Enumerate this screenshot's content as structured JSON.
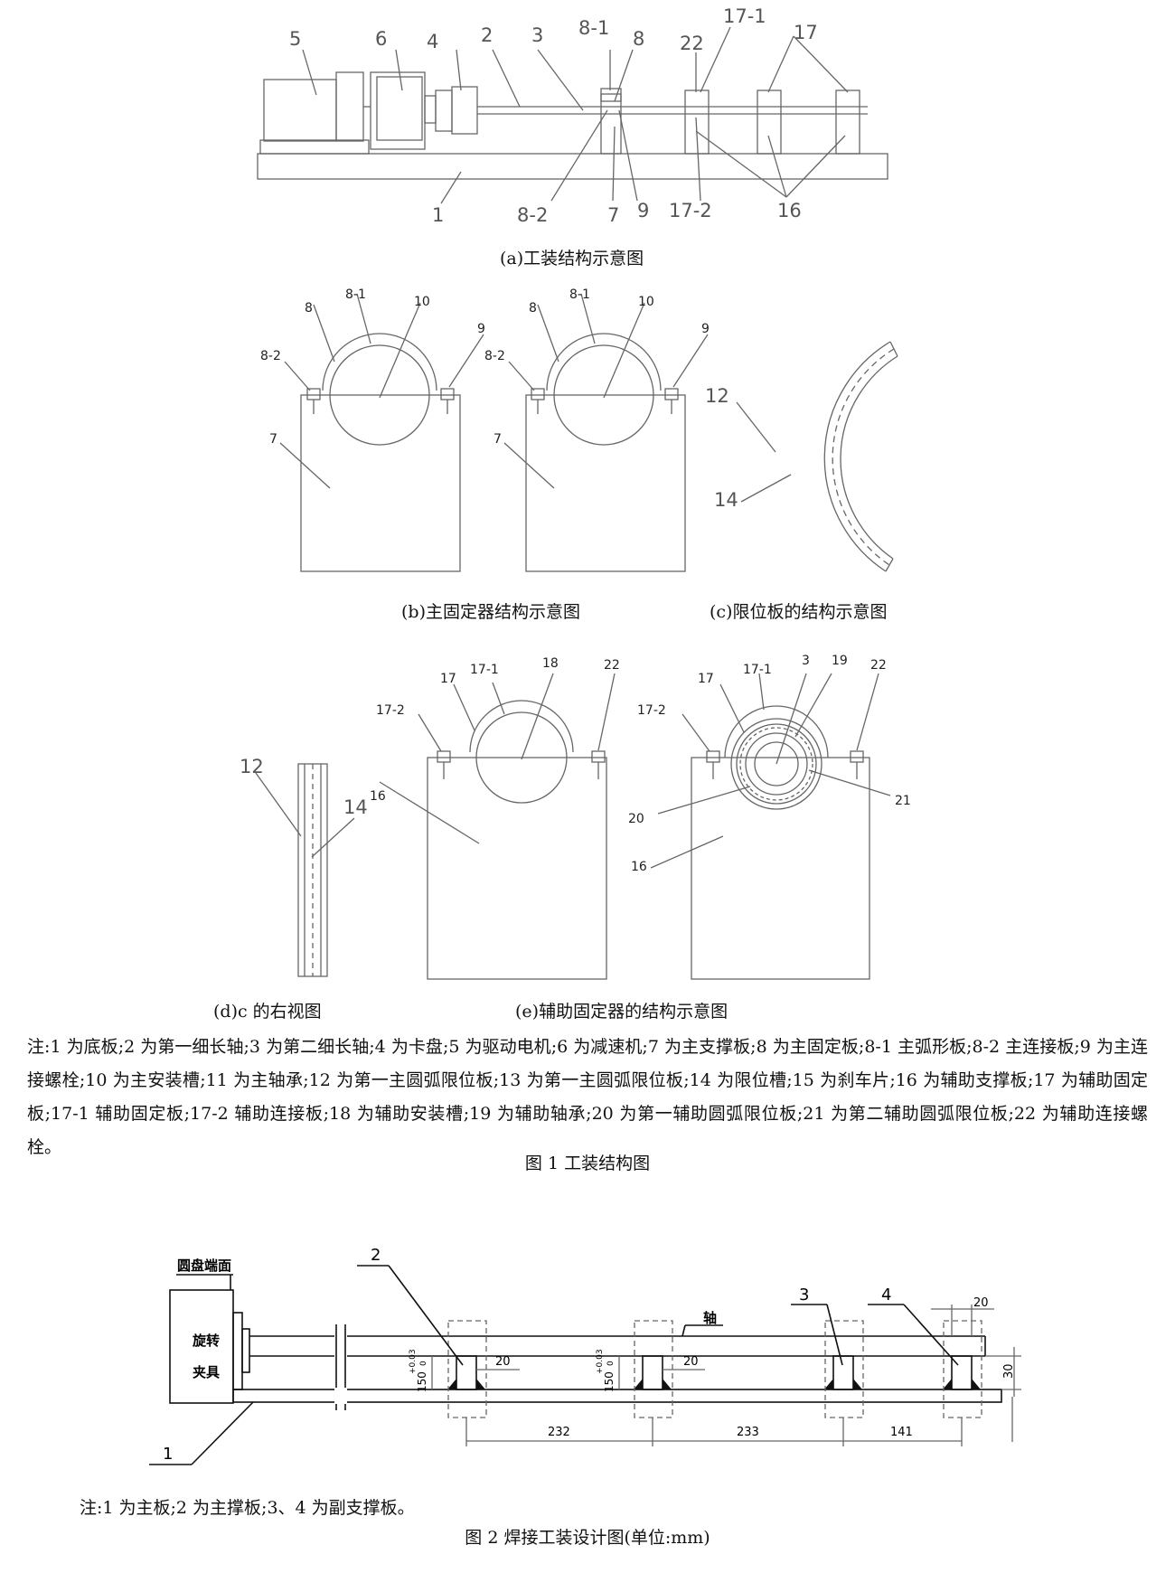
{
  "fig1": {
    "a": {
      "caption": "(a)工装结构示意图",
      "labels": [
        "5",
        "6",
        "4",
        "2",
        "3",
        "8-1",
        "8",
        "22",
        "17-1",
        "17",
        "1",
        "8-2",
        "7",
        "9",
        "17-2",
        "16"
      ]
    },
    "b": {
      "caption": "(b)主固定器结构示意图",
      "labels": [
        "8",
        "8-1",
        "10",
        "9",
        "8-2",
        "7"
      ]
    },
    "c": {
      "caption": "(c)限位板的结构示意图",
      "labels": [
        "12",
        "14"
      ]
    },
    "d": {
      "caption": "(d)c 的右视图",
      "labels": [
        "12",
        "14"
      ]
    },
    "e": {
      "caption": "(e)辅助固定器的结构示意图",
      "labels": [
        "17",
        "17-1",
        "18",
        "22",
        "17-2",
        "16",
        "3",
        "19",
        "20",
        "21"
      ]
    },
    "note": "注:1 为底板;2 为第一细长轴;3 为第二细长轴;4 为卡盘;5 为驱动电机;6 为减速机;7 为主支撑板;8 为主固定板;8-1 主弧形板;8-2 主连接板;9 为主连接螺栓;10 为主安装槽;11 为主轴承;12 为第一主圆弧限位板;13 为第一主圆弧限位板;14 为限位槽;15 为刹车片;16 为辅助支撑板;17 为辅助固定板;17-1 辅助固定板;17-2 辅助连接板;18 为辅助安装槽;19 为辅助轴承;20 为第一辅助圆弧限位板;21 为第二辅助圆弧限位板;22 为辅助连接螺栓。",
    "title": "图 1 工装结构图"
  },
  "fig2": {
    "labels": {
      "face": "圆盘端面",
      "fixture1": "旋转",
      "fixture2": "夹具",
      "shaft": "轴",
      "n1": "1",
      "n2": "2",
      "n3": "3",
      "n4": "4",
      "d20a": "20",
      "d20b": "20",
      "d20c": "20",
      "d30": "30",
      "h1": "150",
      "h1tol": "+0.03",
      "h1tol2": "0",
      "h2": "150",
      "h2tol": "+0.03",
      "h2tol2": "0",
      "d232": "232",
      "d233": "233",
      "d141": "141"
    },
    "note": "注:1 为主板;2 为主撑板;3、4 为副支撑板。",
    "title": "图 2 焊接工装设计图(单位:mm)"
  }
}
